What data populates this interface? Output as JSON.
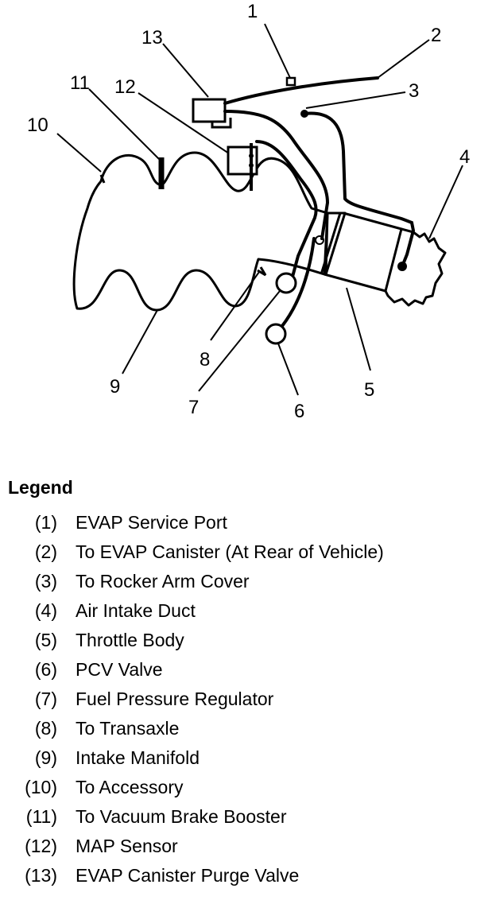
{
  "callouts": [
    "1",
    "2",
    "3",
    "4",
    "5",
    "6",
    "7",
    "8",
    "9",
    "10",
    "11",
    "12",
    "13"
  ],
  "legend": {
    "title": "Legend",
    "items": [
      {
        "num": "(1)",
        "text": "EVAP Service Port"
      },
      {
        "num": "(2)",
        "text": "To EVAP Canister (At Rear of Vehicle)"
      },
      {
        "num": "(3)",
        "text": "To Rocker Arm Cover"
      },
      {
        "num": "(4)",
        "text": "Air Intake Duct"
      },
      {
        "num": "(5)",
        "text": "Throttle Body"
      },
      {
        "num": "(6)",
        "text": "PCV Valve"
      },
      {
        "num": "(7)",
        "text": "Fuel Pressure Regulator"
      },
      {
        "num": "(8)",
        "text": "To Transaxle"
      },
      {
        "num": "(9)",
        "text": "Intake Manifold"
      },
      {
        "num": "(10)",
        "text": "To Accessory"
      },
      {
        "num": "(11)",
        "text": "To Vacuum Brake Booster"
      },
      {
        "num": "(12)",
        "text": "MAP Sensor"
      },
      {
        "num": "(13)",
        "text": "EVAP Canister Purge Valve"
      }
    ]
  }
}
